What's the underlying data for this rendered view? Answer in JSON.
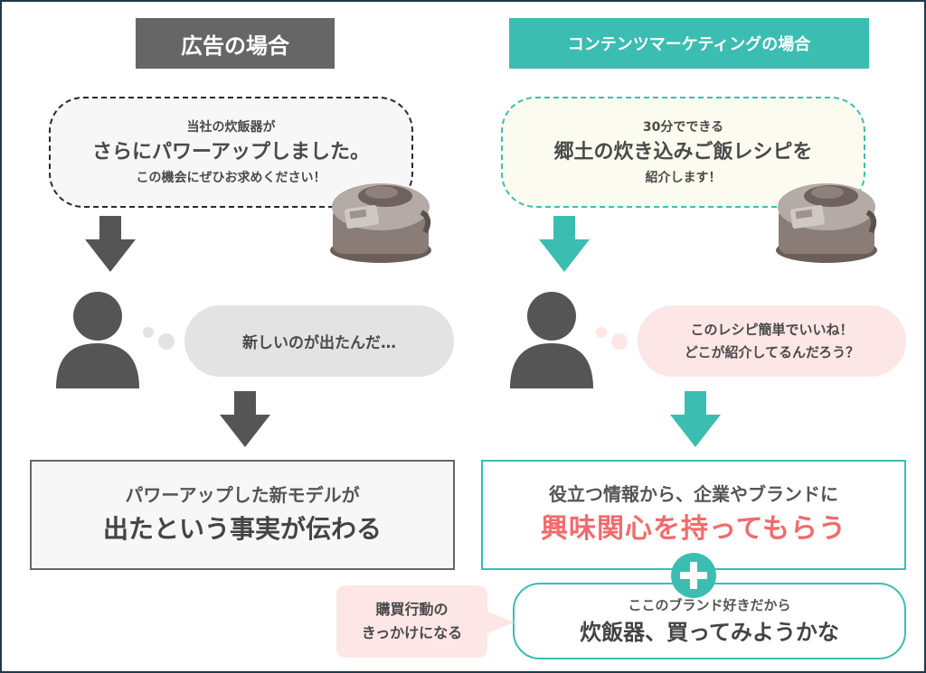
{
  "left": {
    "header": "広告の場合",
    "bubble": {
      "line1": "当社の炊飯器が",
      "line2": "さらにパワーアップしました。",
      "line3": "この機会にぜひお求めください！"
    },
    "thought": "新しいのが出たんだ…",
    "result": {
      "line1": "パワーアップした新モデルが",
      "line2": "出たという事実が伝わる"
    }
  },
  "right": {
    "header": "コンテンツマーケティングの場合",
    "bubble": {
      "line1": "30分でできる",
      "line2": "郷土の炊き込みご飯レシピを",
      "line3": "紹介します！"
    },
    "thought": {
      "line1": "このレシピ簡単でいいね！",
      "line2": "どこが紹介してるんだろう？"
    },
    "result": {
      "line1": "役立つ情報から、企業やブランドに",
      "line2": "興味関心を持ってもらう"
    },
    "final": {
      "line1": "ここのブランド好きだから",
      "line2": "炊飯器、買ってみようかな"
    },
    "trigger": {
      "line1": "購買行動の",
      "line2": "きっかけになる"
    }
  },
  "colors": {
    "teal": "#3cbdb2",
    "dark_gray": "#555555",
    "pink": "#fde6e6",
    "highlight_red": "#f26b6b"
  }
}
